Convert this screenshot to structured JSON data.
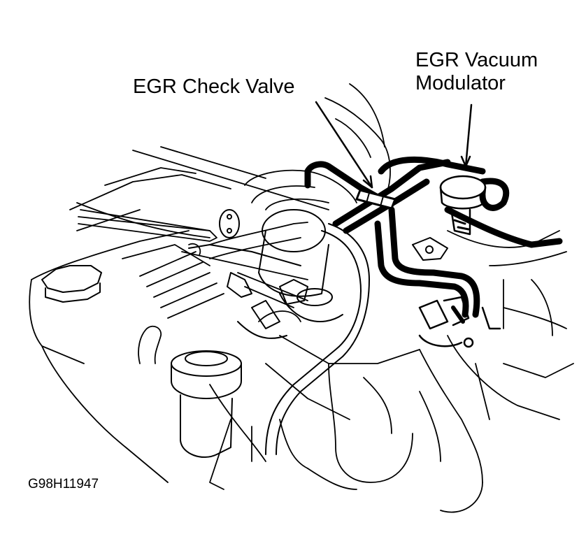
{
  "labels": {
    "check_valve": "EGR Check Valve",
    "vacuum_modulator_line1": "EGR Vacuum",
    "vacuum_modulator_line2": "Modulator"
  },
  "figure_id": "G98H11947",
  "colors": {
    "ink": "#000000",
    "background": "#ffffff"
  }
}
